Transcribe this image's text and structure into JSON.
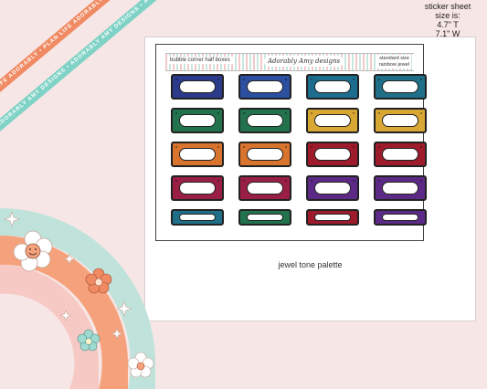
{
  "ribbons": {
    "orange": "PLAN LIFE ADORABLY • PLAN LIFE ADORABLY • PLAN LIFE ADORABLY",
    "teal": "ADORABLY AMY DESIGNS • ADORABLY AMY DESIGNS • ADORABLY AMY DESIGNS"
  },
  "size_info": {
    "line1": "sticker sheet",
    "line2": "size is:",
    "line3": "4.7\" T",
    "line4": "7.1\" W"
  },
  "sheet": {
    "header_left": "bubble corner half boxes",
    "logo": "Adorably Amy designs",
    "header_right_1": "standard size",
    "header_right_2": "rainbow jewel"
  },
  "caption": "jewel tone palette",
  "colors": {
    "background": "#f7e6e6",
    "ribbon_orange": "#f08a62",
    "ribbon_teal": "#7fd2c6",
    "rainbow_teal": "#bfe3da",
    "rainbow_orange": "#f5a27c",
    "rainbow_pink": "#f7c9c4"
  },
  "stickers": {
    "rows": [
      [
        "#2b3a8a",
        "#2c4fa0",
        "#1d6e8e",
        "#1f6f88"
      ],
      [
        "#22734d",
        "#22734d",
        "#d9a733",
        "#d9a733"
      ],
      [
        "#d8742e",
        "#d8742e",
        "#9e1b2c",
        "#9e1b2c"
      ],
      [
        "#9a1f45",
        "#9a1f45",
        "#5c2a86",
        "#5c2a86"
      ],
      [
        "#1f6f88",
        "#22734d",
        "#9e1b2c",
        "#5c2a86"
      ]
    ]
  },
  "icons": [
    "sparkle-icon",
    "flower-icon",
    "smiley-flower-icon"
  ]
}
